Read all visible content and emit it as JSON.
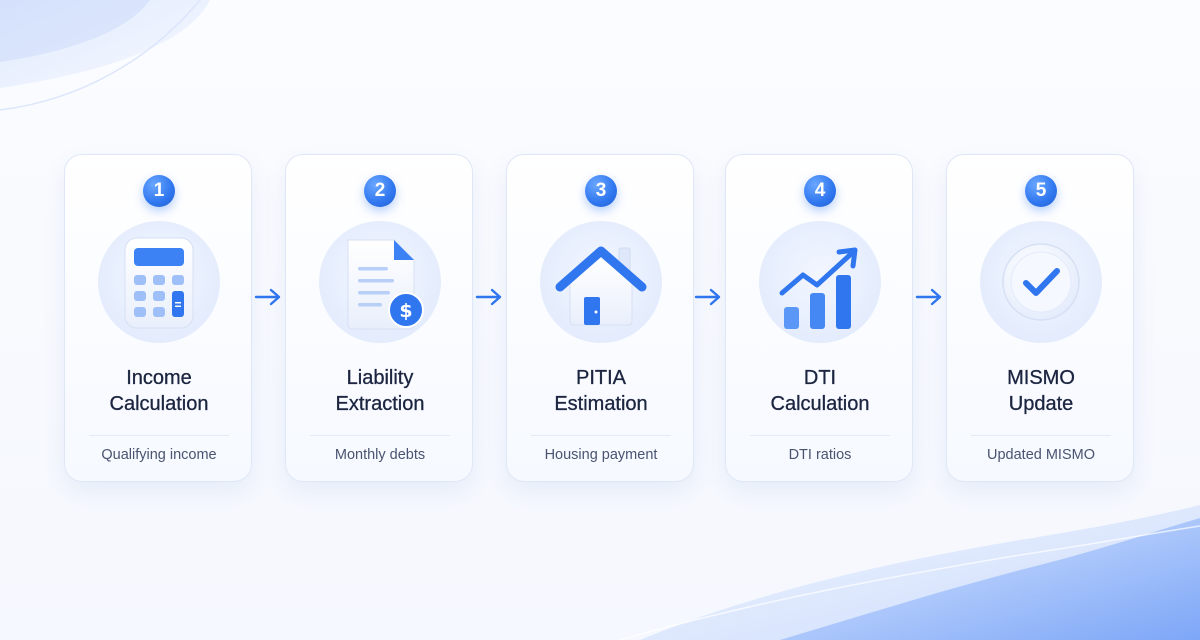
{
  "steps": [
    {
      "number": "1",
      "title_line1": "Income",
      "title_line2": "Calculation",
      "output": "Qualifying income",
      "icon": "calculator-icon"
    },
    {
      "number": "2",
      "title_line1": "Liability",
      "title_line2": "Extraction",
      "output": "Monthly debts",
      "icon": "document-dollar-icon"
    },
    {
      "number": "3",
      "title_line1": "PITIA",
      "title_line2": "Estimation",
      "output": "Housing payment",
      "icon": "house-icon"
    },
    {
      "number": "4",
      "title_line1": "DTI",
      "title_line2": "Calculation",
      "output": "DTI ratios",
      "icon": "bar-chart-trend-icon"
    },
    {
      "number": "5",
      "title_line1": "MISMO",
      "title_line2": "Update",
      "output": "Updated MISMO",
      "icon": "checkmark-icon"
    }
  ],
  "colors": {
    "accent": "#2f76ef",
    "title_text": "#1c2540",
    "body_text": "#4a5470",
    "card_border": "#dfe7f6"
  }
}
